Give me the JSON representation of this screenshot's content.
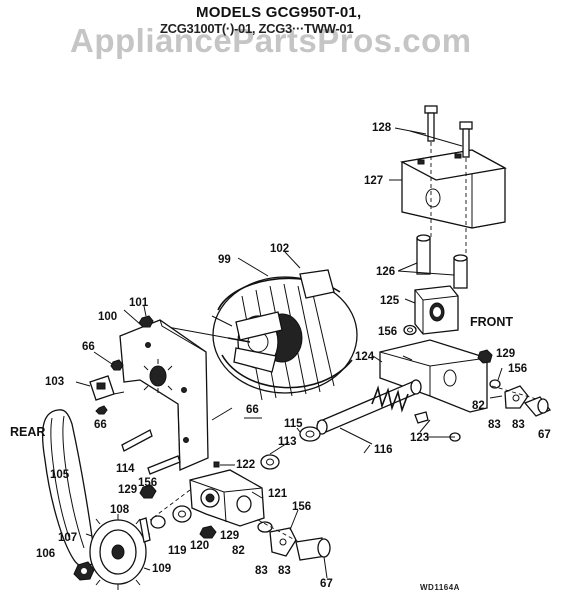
{
  "header": {
    "title": "MODELS GCG950T-01,",
    "subtitle": "ZCG3100T(·)-01, ZCG3···TWW-01",
    "watermark": "AppliancePartsPros.com"
  },
  "section_labels": {
    "rear": "REAR",
    "front": "FRONT"
  },
  "part_labels": {
    "p99": "99",
    "p100": "100",
    "p101": "101",
    "p102": "102",
    "p103": "103",
    "p105": "105",
    "p106": "106",
    "p107": "107",
    "p108": "108",
    "p109": "109",
    "p113": "113",
    "p114": "114",
    "p115": "115",
    "p116": "116",
    "p119": "119",
    "p120": "120",
    "p121": "121",
    "p122": "122",
    "p123": "123",
    "p124": "124",
    "p125": "125",
    "p126": "126",
    "p127": "127",
    "p128": "128",
    "p129_a": "129",
    "p129_b": "129",
    "p129_c": "129",
    "p156_a": "156",
    "p156_b": "156",
    "p156_c": "156",
    "p156_d": "156",
    "p66_a": "66",
    "p66_b": "66",
    "p66_c": "66",
    "p67_a": "67",
    "p67_b": "67",
    "p82_a": "82",
    "p82_b": "82",
    "p83_a": "83",
    "p83_b": "83",
    "p83_c": "83",
    "p83_d": "83"
  },
  "footer": {
    "drawing_code": "WD1164A"
  }
}
